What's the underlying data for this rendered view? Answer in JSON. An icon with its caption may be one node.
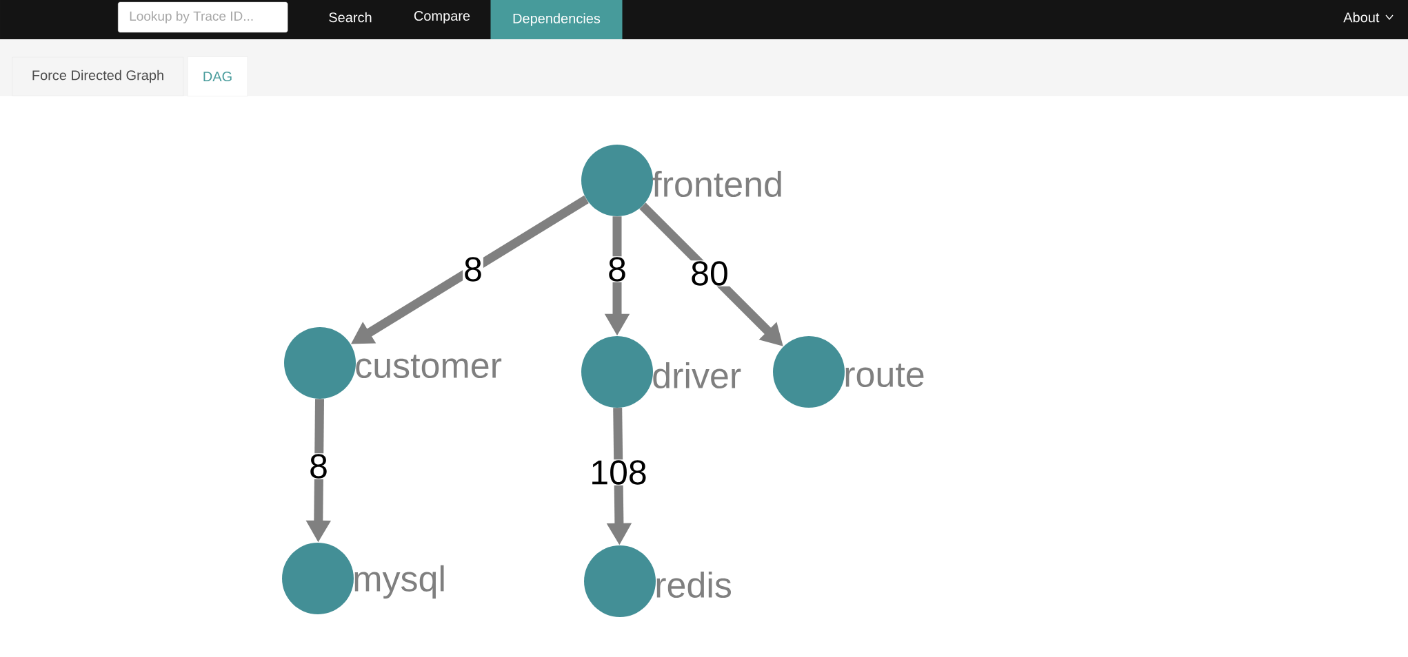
{
  "diagram": {
    "nodes": [
      {
        "text": [
          "frontend"
        ]
      },
      {
        "text": [
          "customer"
        ]
      },
      {
        "text": [
          "driver"
        ]
      },
      {
        "text": [
          "route"
        ]
      },
      {
        "text": [
          "mysql"
        ]
      },
      {
        "text": [
          "redis"
        ]
      }
    ],
    "edges": [
      {
        "from": 0,
        "to": 1,
        "arrow": "to",
        "label": "8"
      },
      {
        "from": 0,
        "to": 2,
        "arrow": "to",
        "label": "8"
      },
      {
        "from": 0,
        "to": 3,
        "arrow": "to",
        "label": "80"
      },
      {
        "from": 1,
        "to": 4,
        "arrow": "to",
        "label": "8"
      },
      {
        "from": 2,
        "to": 5,
        "arrow": "to",
        "label": "108"
      }
    ],
    "labels": [
      "Lookup by Trace ID...",
      "Search",
      "Compare",
      "Dependencies",
      "About",
      "Force Directed Graph",
      "DAG"
    ]
  }
}
